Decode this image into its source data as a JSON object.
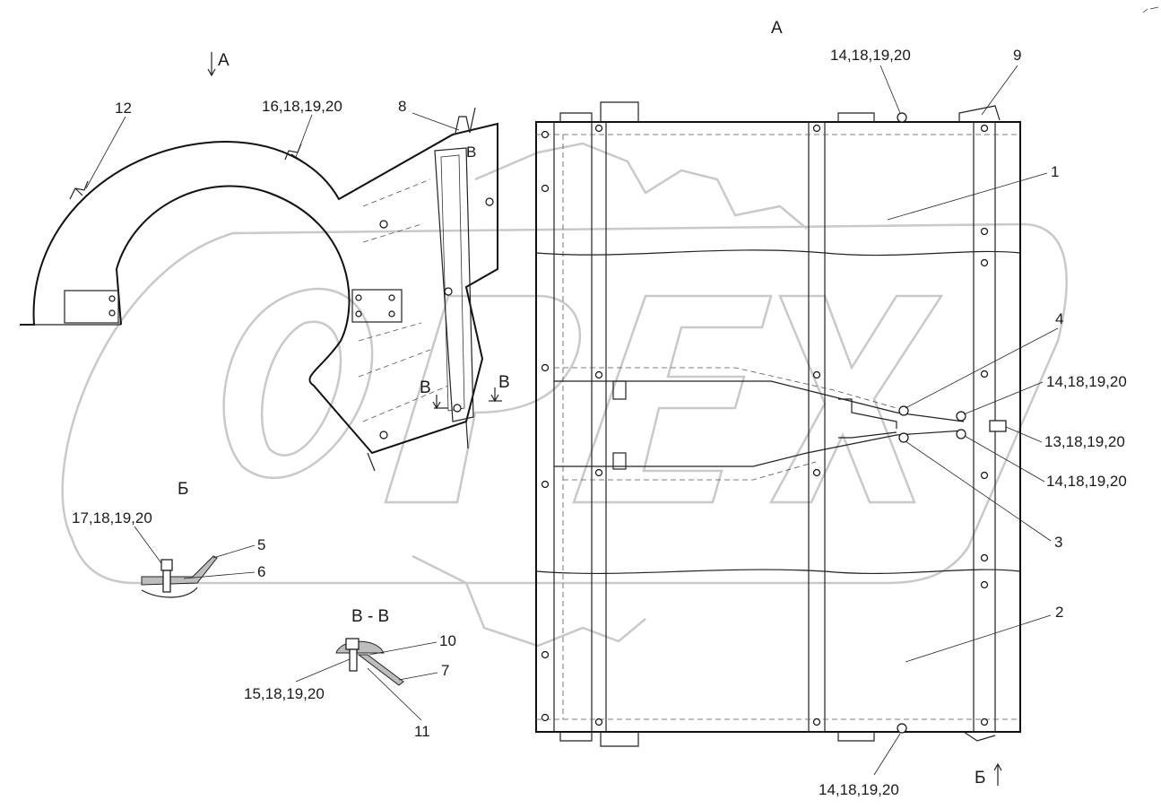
{
  "watermark": "OPEX",
  "views": {
    "view_a_arrow": "A",
    "view_a_title": "A",
    "view_b_label": "Б",
    "view_b_arrow": "Б",
    "section_label_left": "В",
    "section_label_right": "В",
    "section_title": "В - В",
    "small_mark": "В"
  },
  "callouts": {
    "p1": "1",
    "p2": "2",
    "p3": "3",
    "p4": "4",
    "p5": "5",
    "p6": "6",
    "p7": "7",
    "p8": "8",
    "p9": "9",
    "p10": "10",
    "p11": "11",
    "p12": "12",
    "c16": "16,18,19,20",
    "c14_top": "14,18,19,20",
    "c14_mid": "14,18,19,20",
    "c13": "13,18,19,20",
    "c14_low": "14,18,19,20",
    "c14_bottom": "14,18,19,20",
    "c17": "17,18,19,20",
    "c15": "15,18,19,20"
  }
}
